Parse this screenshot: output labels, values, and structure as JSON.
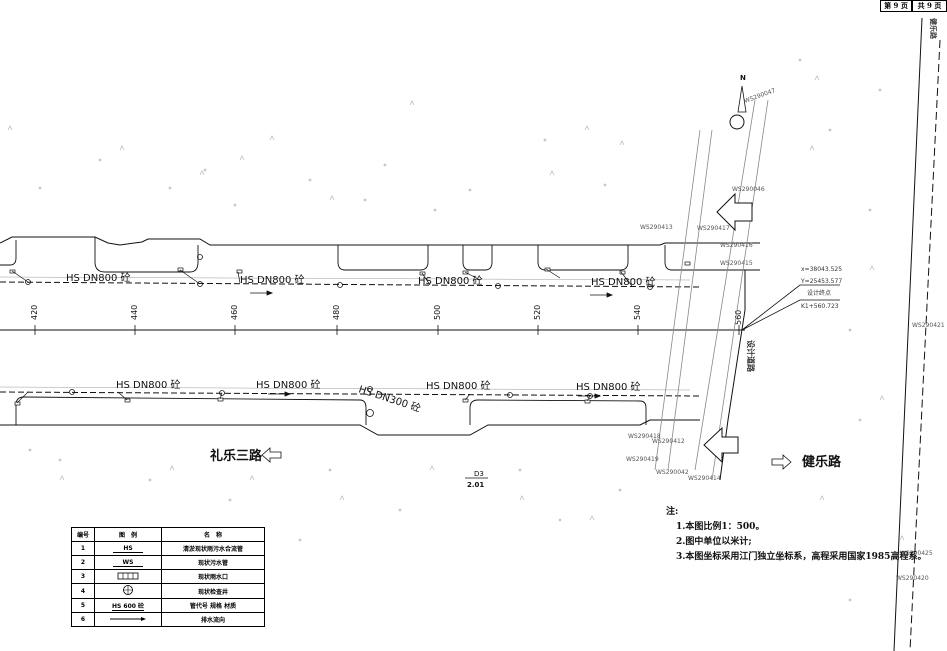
{
  "title_block": {
    "sheet": "第 9 页",
    "total": "共 9 页",
    "side": "健乐路"
  },
  "pipes": {
    "north_labels": [
      "HS DN800 砼",
      "HS DN800 砼",
      "HS DN800 砼",
      "HS DN800 砼"
    ],
    "south_labels": [
      "HS DN800 砼",
      "HS DN800 砼",
      "HS DN300 砼",
      "HS DN800 砼",
      "HS DN800 砼"
    ]
  },
  "stations": [
    "420",
    "440",
    "460",
    "480",
    "500",
    "520",
    "540",
    "560"
  ],
  "endpoint": {
    "x": "x=38043.525",
    "y": "Y=25453.577",
    "name": "设计终点",
    "chainage": "K1+560.723",
    "road_label": "设计道路"
  },
  "wells": [
    "WS290413",
    "WS290417",
    "WS290416",
    "WS290415",
    "WS290047",
    "WS290046",
    "WS290412",
    "WS290418",
    "WS290419",
    "WS290414",
    "WS290042",
    "WS290421",
    "WS290425",
    "WS290420"
  ],
  "misc": {
    "elev_top": "D3",
    "elev_bottom": "2.01",
    "north_letter": "N"
  },
  "roads": {
    "west": "礼乐三路",
    "east": "健乐路"
  },
  "notes": {
    "heading": "注:",
    "items": [
      "1.本图比例1：500。",
      "2.图中单位以米计;",
      "3.本图坐标采用江门独立坐标系，高程采用国家1985高程系。"
    ]
  },
  "legend": {
    "headers": [
      "编号",
      "图　例",
      "名　称"
    ],
    "rows": [
      {
        "no": "1",
        "symbol": "HS",
        "name": "清淤现状雨污水合流管"
      },
      {
        "no": "2",
        "symbol": "WS",
        "name": "现状污水管"
      },
      {
        "no": "3",
        "symbol": "",
        "name": "现状雨水口"
      },
      {
        "no": "4",
        "symbol": "",
        "name": "现状检查井"
      },
      {
        "no": "5",
        "symbol": "HS 600 砼",
        "name": "管代号  规格  材质"
      },
      {
        "no": "6",
        "symbol": "",
        "name": "排水流向"
      }
    ]
  }
}
